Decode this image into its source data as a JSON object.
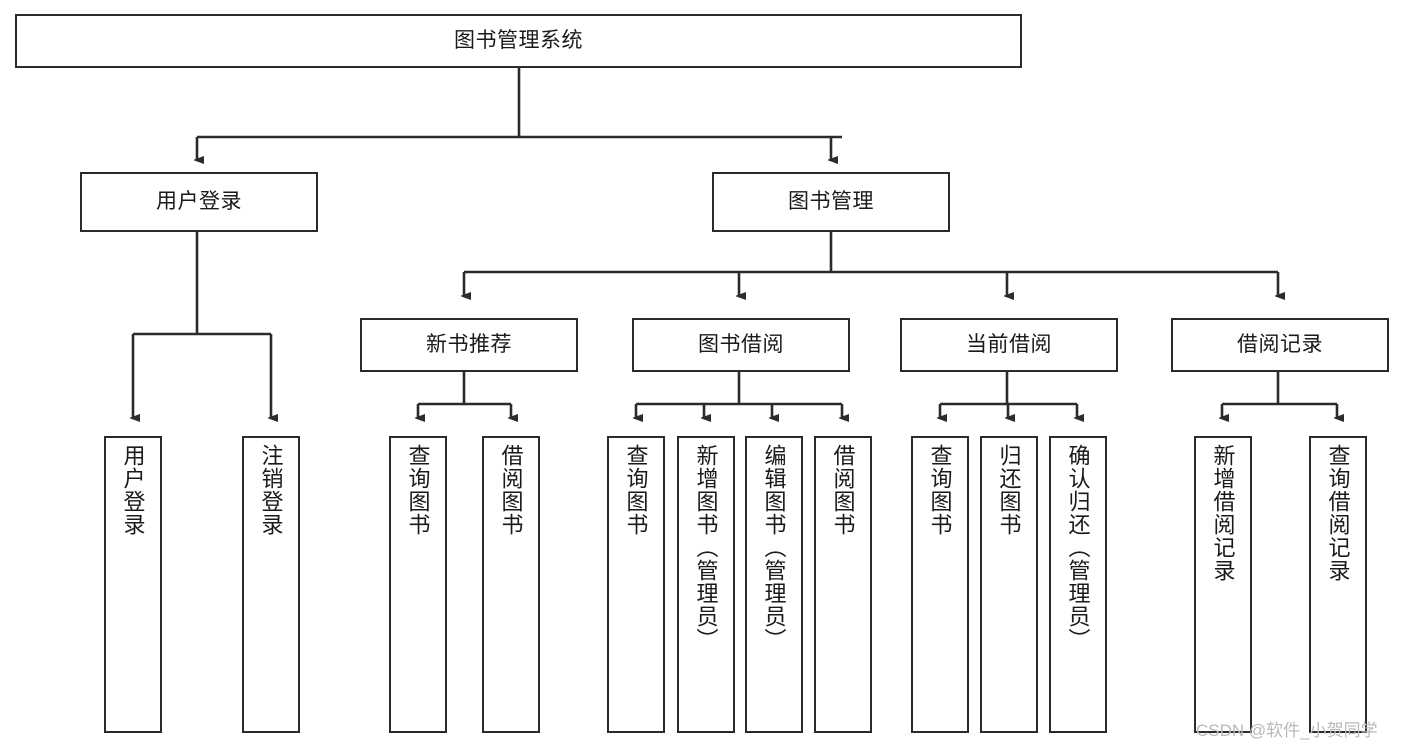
{
  "diagram": {
    "type": "tree",
    "title": "图书管理系统",
    "root": {
      "id": "root",
      "label": "图书管理系统"
    },
    "level2": [
      {
        "id": "user-login",
        "label": "用户登录"
      },
      {
        "id": "book-manage",
        "label": "图书管理"
      }
    ],
    "level3": [
      {
        "id": "new-book-recommend",
        "label": "新书推荐"
      },
      {
        "id": "book-borrow",
        "label": "图书借阅"
      },
      {
        "id": "current-borrow",
        "label": "当前借阅"
      },
      {
        "id": "borrow-record",
        "label": "借阅记录"
      }
    ],
    "leaves": {
      "user_login": [
        {
          "id": "leaf-user-login",
          "label": "用户登录"
        },
        {
          "id": "leaf-logout-login",
          "label": "注销登录"
        }
      ],
      "new_book_recommend": [
        {
          "id": "leaf-query-book-1",
          "label": "查询图书"
        },
        {
          "id": "leaf-borrow-book-1",
          "label": "借阅图书"
        }
      ],
      "book_borrow": [
        {
          "id": "leaf-query-book-2",
          "label": "查询图书"
        },
        {
          "id": "leaf-add-book",
          "label": "新增图书（管理员）"
        },
        {
          "id": "leaf-edit-book",
          "label": "编辑图书（管理员）"
        },
        {
          "id": "leaf-borrow-book-2",
          "label": "借阅图书"
        }
      ],
      "current_borrow": [
        {
          "id": "leaf-query-book-3",
          "label": "查询图书"
        },
        {
          "id": "leaf-return-book",
          "label": "归还图书"
        },
        {
          "id": "leaf-confirm-return",
          "label": "确认归还（管理员）"
        }
      ],
      "borrow_record": [
        {
          "id": "leaf-add-record",
          "label": "新增借阅记录"
        },
        {
          "id": "leaf-query-record",
          "label": "查询借阅记录"
        }
      ]
    }
  },
  "watermark": {
    "text": "CSDN @软件_小贺同学"
  },
  "colors": {
    "stroke": "#2b2b2b",
    "fill": "#ffffff",
    "text": "#1a1a1a",
    "watermark": "#b9b9b9"
  }
}
